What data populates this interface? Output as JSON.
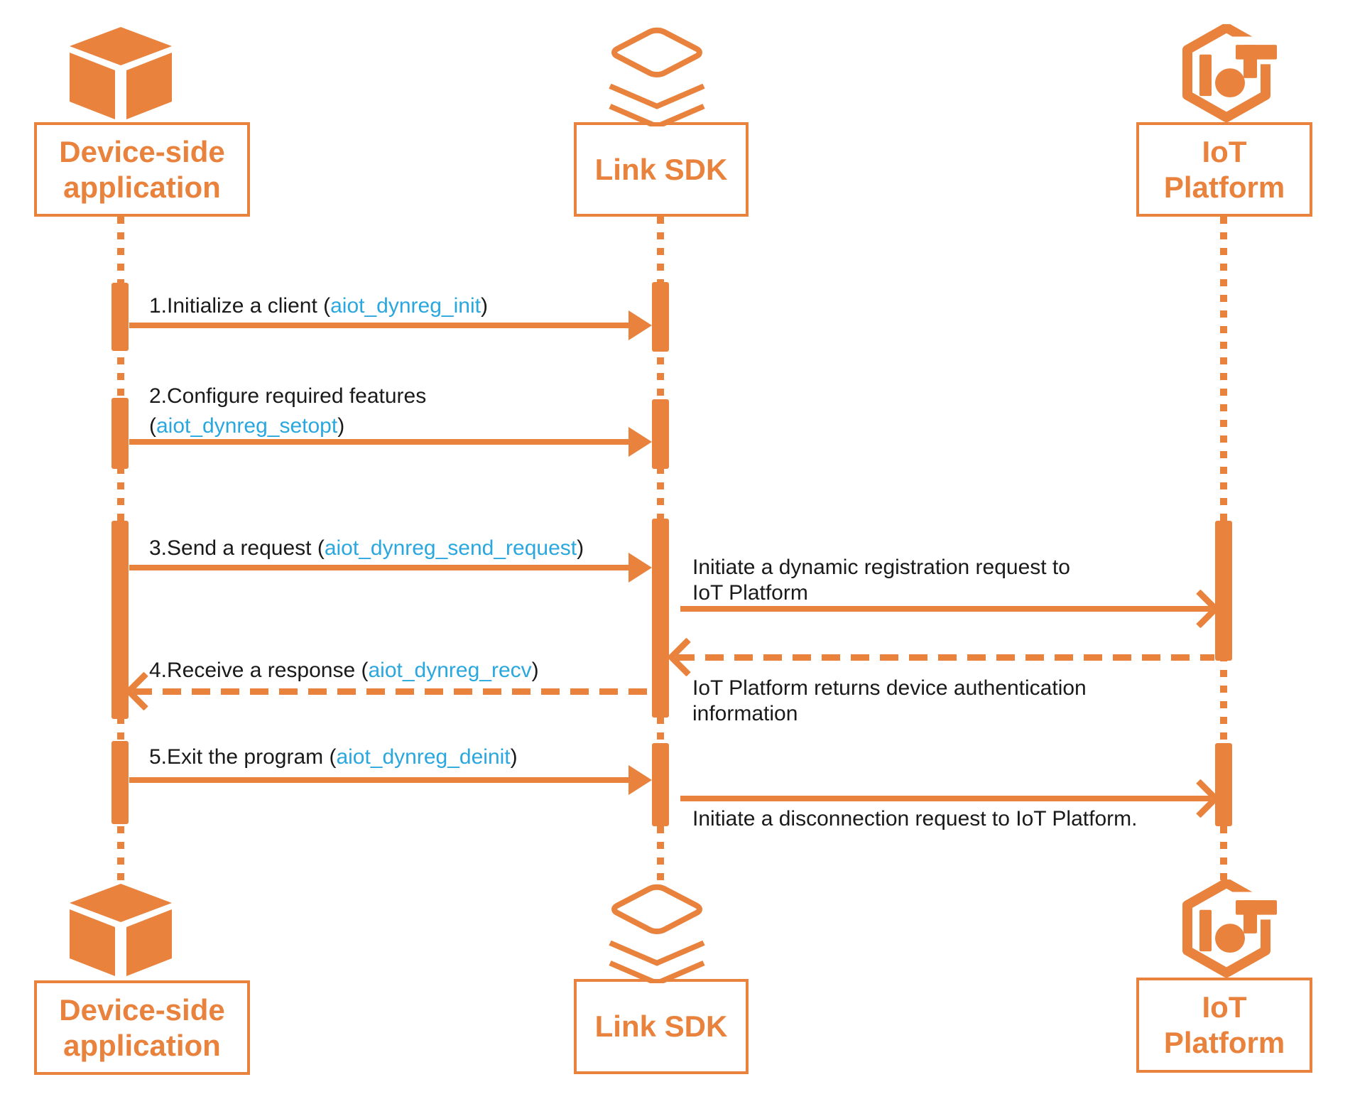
{
  "palette": {
    "orange": "#E8823C",
    "link_blue": "#2AA7DE",
    "text": "#1A1A1A"
  },
  "actors": {
    "device": {
      "label_line1": "Device-side",
      "label_line2": "application",
      "icon": "cube-3d-icon"
    },
    "sdk": {
      "label": "Link SDK",
      "icon": "layer-stack-icon"
    },
    "iot": {
      "label_line1": "IoT",
      "label_line2": "Platform",
      "icon": "iot-hexagon-icon"
    }
  },
  "messages": {
    "m1": {
      "pre": "1.Initialize a client (",
      "link": "aiot_dynreg_init",
      "post": ")"
    },
    "m2": {
      "line1": "2.Configure required features",
      "pre": "(",
      "link": "aiot_dynreg_setopt",
      "post": ")"
    },
    "m3": {
      "pre": "3.Send a request (",
      "link": "aiot_dynreg_send_request",
      "post": ")"
    },
    "m4": {
      "pre": "4.Receive a response (",
      "link": "aiot_dynreg_recv",
      "post": ")"
    },
    "m5": {
      "pre": "5.Exit the program (",
      "link": "aiot_dynreg_deinit",
      "post": ")"
    },
    "n_register": {
      "line1": "Initiate a dynamic registration request to",
      "line2": "IoT Platform"
    },
    "n_response": {
      "line1": "IoT Platform returns device authentication",
      "line2": "information"
    },
    "n_disconnect": {
      "line1": "Initiate a disconnection request to IoT Platform."
    }
  }
}
